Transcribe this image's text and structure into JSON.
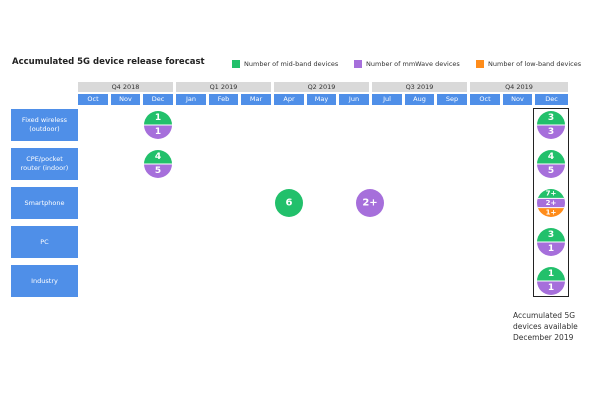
{
  "chart_data": {
    "type": "table",
    "title": "Accumulated 5G device release forecast",
    "legend": [
      {
        "key": "mid",
        "label": "Number of mid-band devices",
        "color": "#22c06b"
      },
      {
        "key": "mmwave",
        "label": "Number of mmWave devices",
        "color": "#a66fdb"
      },
      {
        "key": "low",
        "label": "Number of low-band devices",
        "color": "#ff8c1a"
      }
    ],
    "quarters": [
      "Q4 2018",
      "Q1 2019",
      "Q2 2019",
      "Q3 2019",
      "Q4 2019"
    ],
    "months": [
      "Oct",
      "Nov",
      "Dec",
      "Jan",
      "Feb",
      "Mar",
      "Apr",
      "May",
      "Jun",
      "Jul",
      "Aug",
      "Sep",
      "Oct",
      "Nov",
      "Dec"
    ],
    "rows": [
      "Fixed wireless\n(outdoor)",
      "CPE/pocket\nrouter (indoor)",
      "Smartphone",
      "PC",
      "Industry"
    ],
    "points": [
      {
        "row": 0,
        "month": "Dec 2018",
        "mid": "1",
        "mmwave": "1"
      },
      {
        "row": 1,
        "month": "Dec 2018",
        "mid": "4",
        "mmwave": "5"
      },
      {
        "row": 2,
        "month": "Q2 2019",
        "mid": "6"
      },
      {
        "row": 2,
        "month": "Q3 2019",
        "mmwave": "2+"
      },
      {
        "row": 0,
        "month": "Dec 2019",
        "mid": "3",
        "mmwave": "3"
      },
      {
        "row": 1,
        "month": "Dec 2019",
        "mid": "4",
        "mmwave": "5"
      },
      {
        "row": 2,
        "month": "Dec 2019",
        "mid": "7+",
        "mmwave": "2+",
        "low": "1+"
      },
      {
        "row": 3,
        "month": "Dec 2019",
        "mid": "3",
        "mmwave": "1"
      },
      {
        "row": 4,
        "month": "Dec 2019",
        "mid": "1",
        "mmwave": "1"
      }
    ],
    "annotation": "Accumulated 5G\ndevices available\nDecember 2019"
  },
  "colors": {
    "header_blue": "#4f8fe8",
    "quarter_gray": "#d9d9d9"
  }
}
